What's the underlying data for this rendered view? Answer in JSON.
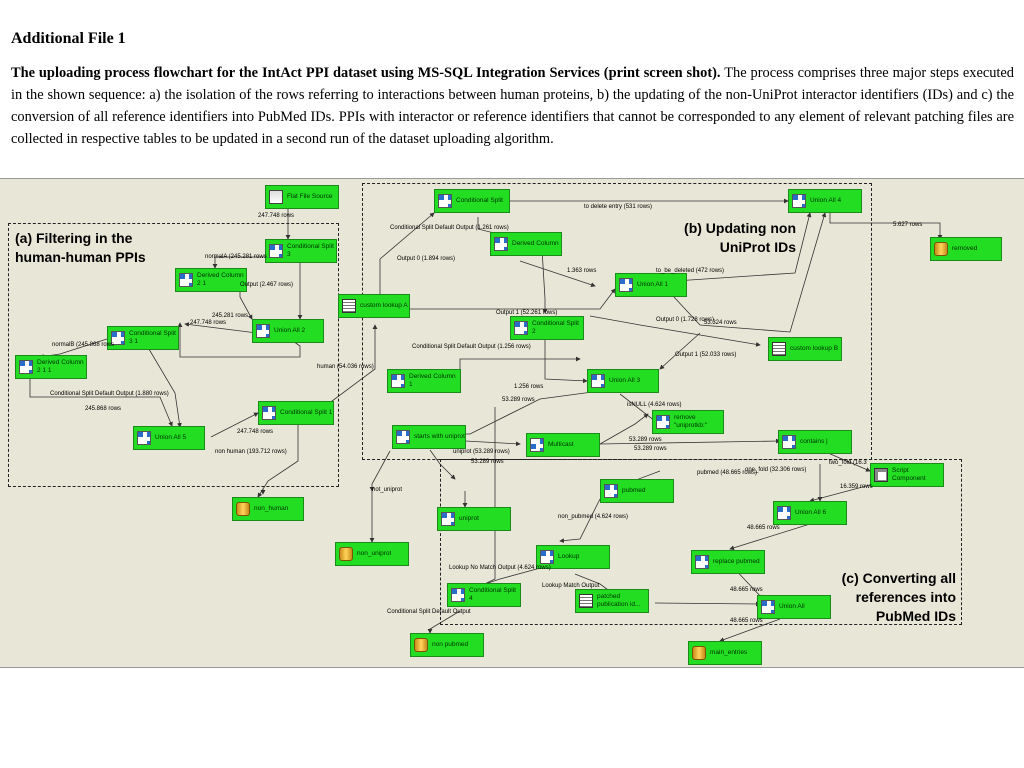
{
  "document": {
    "heading": "Additional File 1",
    "caption_bold": "The uploading process flowchart for the IntAct PPI dataset using MS-SQL Integration Services (print screen shot).",
    "caption_text": " The process comprises three major steps executed in the shown sequence: a) the isolation of the rows referring to interactions between human proteins, b) the updating of the non-UniProt interactor identifiers (IDs) and c) the conversion of all reference identifiers into PubMed IDs. PPIs with interactor or reference identifiers that cannot be corresponded to any element of relevant patching files are collected in respective tables to be updated in a second run of the dataset uploading algorithm."
  },
  "groups": {
    "a": "(a) Filtering in the human-human PPIs",
    "b": "(b) Updating non UniProt IDs",
    "c": "(c) Converting all references into PubMed IDs"
  },
  "components": {
    "flat_file_source": "Flat File Source",
    "conditional_split_3": "Conditional Split 3",
    "derived_column_2_1": "Derived Column 2 1",
    "union_all_2": "Union All 2",
    "conditional_split_3_1": "Conditional Split 3 1",
    "derived_column_2_1_1": "Derived Column 2 1 1",
    "conditional_split_1": "Conditional Split 1",
    "union_all_5": "Union All 5",
    "non_human": "non_human",
    "conditional_split": "Conditional Split",
    "derived_column": "Derived Column",
    "custom_lookup_a": "custom lookup A",
    "union_all_4": "Union All 4",
    "removed": "removed",
    "union_all_1": "Union All 1",
    "conditional_split_2": "Conditional Split 2",
    "custom_lookup_b": "custom lookup B",
    "derived_column_1": "Derived Column 1",
    "union_all_3": "Union All 3",
    "remove_uniprotkb": "remove \"uniprotkb:\"",
    "starts_with_uniprot": "starts with uniprot",
    "multicast": "Multicast",
    "contains": "contains |",
    "script_component": "Script Component",
    "pubmed": "pubmed",
    "union_all_6": "Union All 6",
    "uniprot": "uniprot",
    "non_uniprot": "non_uniprot",
    "lookup": "Lookup",
    "replace_pubmed": "replace pubmed",
    "conditional_split_4": "Conditional Split 4",
    "patched_publication": "patched publication id...",
    "union_all": "Union All",
    "non_pubmed": "non pubmed",
    "main_entries": "main_entries"
  },
  "edge_labels": {
    "rows_247748_a": "247.748 rows",
    "normalA": "normalA (245.281 rows",
    "output_2467": "Output (2.467 rows)",
    "rows_245281": "245.281 rows",
    "rows_247748_b": "247.748 rows",
    "normalB": "normalB (245.868 rows",
    "default_1880": "Conditional Split Default Output (1.880 rows)",
    "rows_245868": "245.868 rows",
    "rows_247748_c": "247.748 rows",
    "non_human_rows": "non human (193.712 rows)",
    "human_rows": "human (54.036 rows)",
    "default_1261": "Conditional Split Default Output (1.261 rows)",
    "to_delete": "to delete entry (531 rows)",
    "rows_5627": "5.627 rows",
    "output0_1894": "Output 0 (1.894 rows)",
    "rows_1363": "1.363 rows",
    "to_be_deleted": "to_be_deleted (472 rows)",
    "output1_52261": "Output 1 (52.261 rows)",
    "output0_1728": "Output 0 (1.728 rows)",
    "rows_53324": "53.324 rows",
    "default_1256": "Conditional Split Default Output (1.256 rows)",
    "output1_52033": "Output 1 (52.033 rows)",
    "rows_1256": "1.256 rows",
    "rows_53289_a": "53.289 rows",
    "isnull": "isNULL (4.624 rows)",
    "rows_53289_b": "53.289 rows",
    "rows_53289_c": "53.289 rows",
    "uniprot_rows": "uniprot (53.289 rows)",
    "rows_53289_d": "53.289 rows",
    "pubmed_rows": "pubmed (48.665 rows)",
    "one_fold": "one_fold (32.306 rows)",
    "two_fold": "two_fold (16.3",
    "rows_16359": "16.359 rows",
    "not_uniprot": "not_uniprot",
    "non_pubmed_rows": "non_pubmed (4.624 rows)",
    "rows_48665_a": "48.665 rows",
    "no_match": "Lookup No Match Output (4.624 rows)",
    "match": "Lookup Match Output",
    "rows_48665_b": "48.665 rows",
    "rows_48665_c": "48.665 rows",
    "split_default": "Conditional Split Default Output"
  }
}
